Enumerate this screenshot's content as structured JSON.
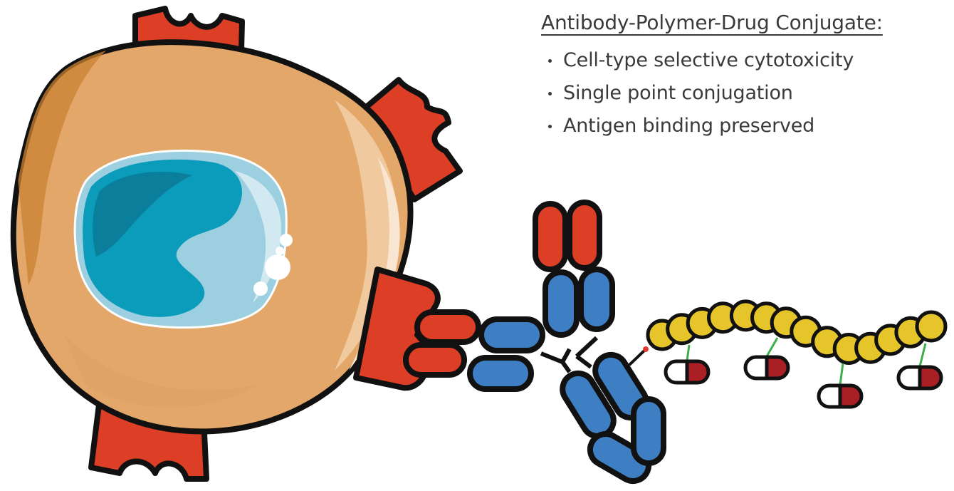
{
  "caption": {
    "title": "Antibody-Polymer-Drug Conjugate:",
    "bullets": [
      "Cell-type selective cytotoxicity",
      "Single point conjugation",
      "Antigen binding preserved"
    ]
  },
  "colors": {
    "cell_body": "#E4A76A",
    "cell_dark": "#C98133",
    "cell_light": "#F7E0C6",
    "nucleus": "#0B9BBB",
    "nucleus_dark": "#0A7E9B",
    "nucleus_light": "#9CCFE0",
    "receptor": "#DD3E26",
    "antibody_heavy": "#3E7FC4",
    "antibody_light": "#DD3E26",
    "polymer": "#E6C52A",
    "drug_capsule": "#AA1F24",
    "linker_green": "#3FAE4A",
    "linker_red": "#E33B2F",
    "outline": "#111111"
  },
  "polymer_units": 14,
  "drug_payloads": 4
}
